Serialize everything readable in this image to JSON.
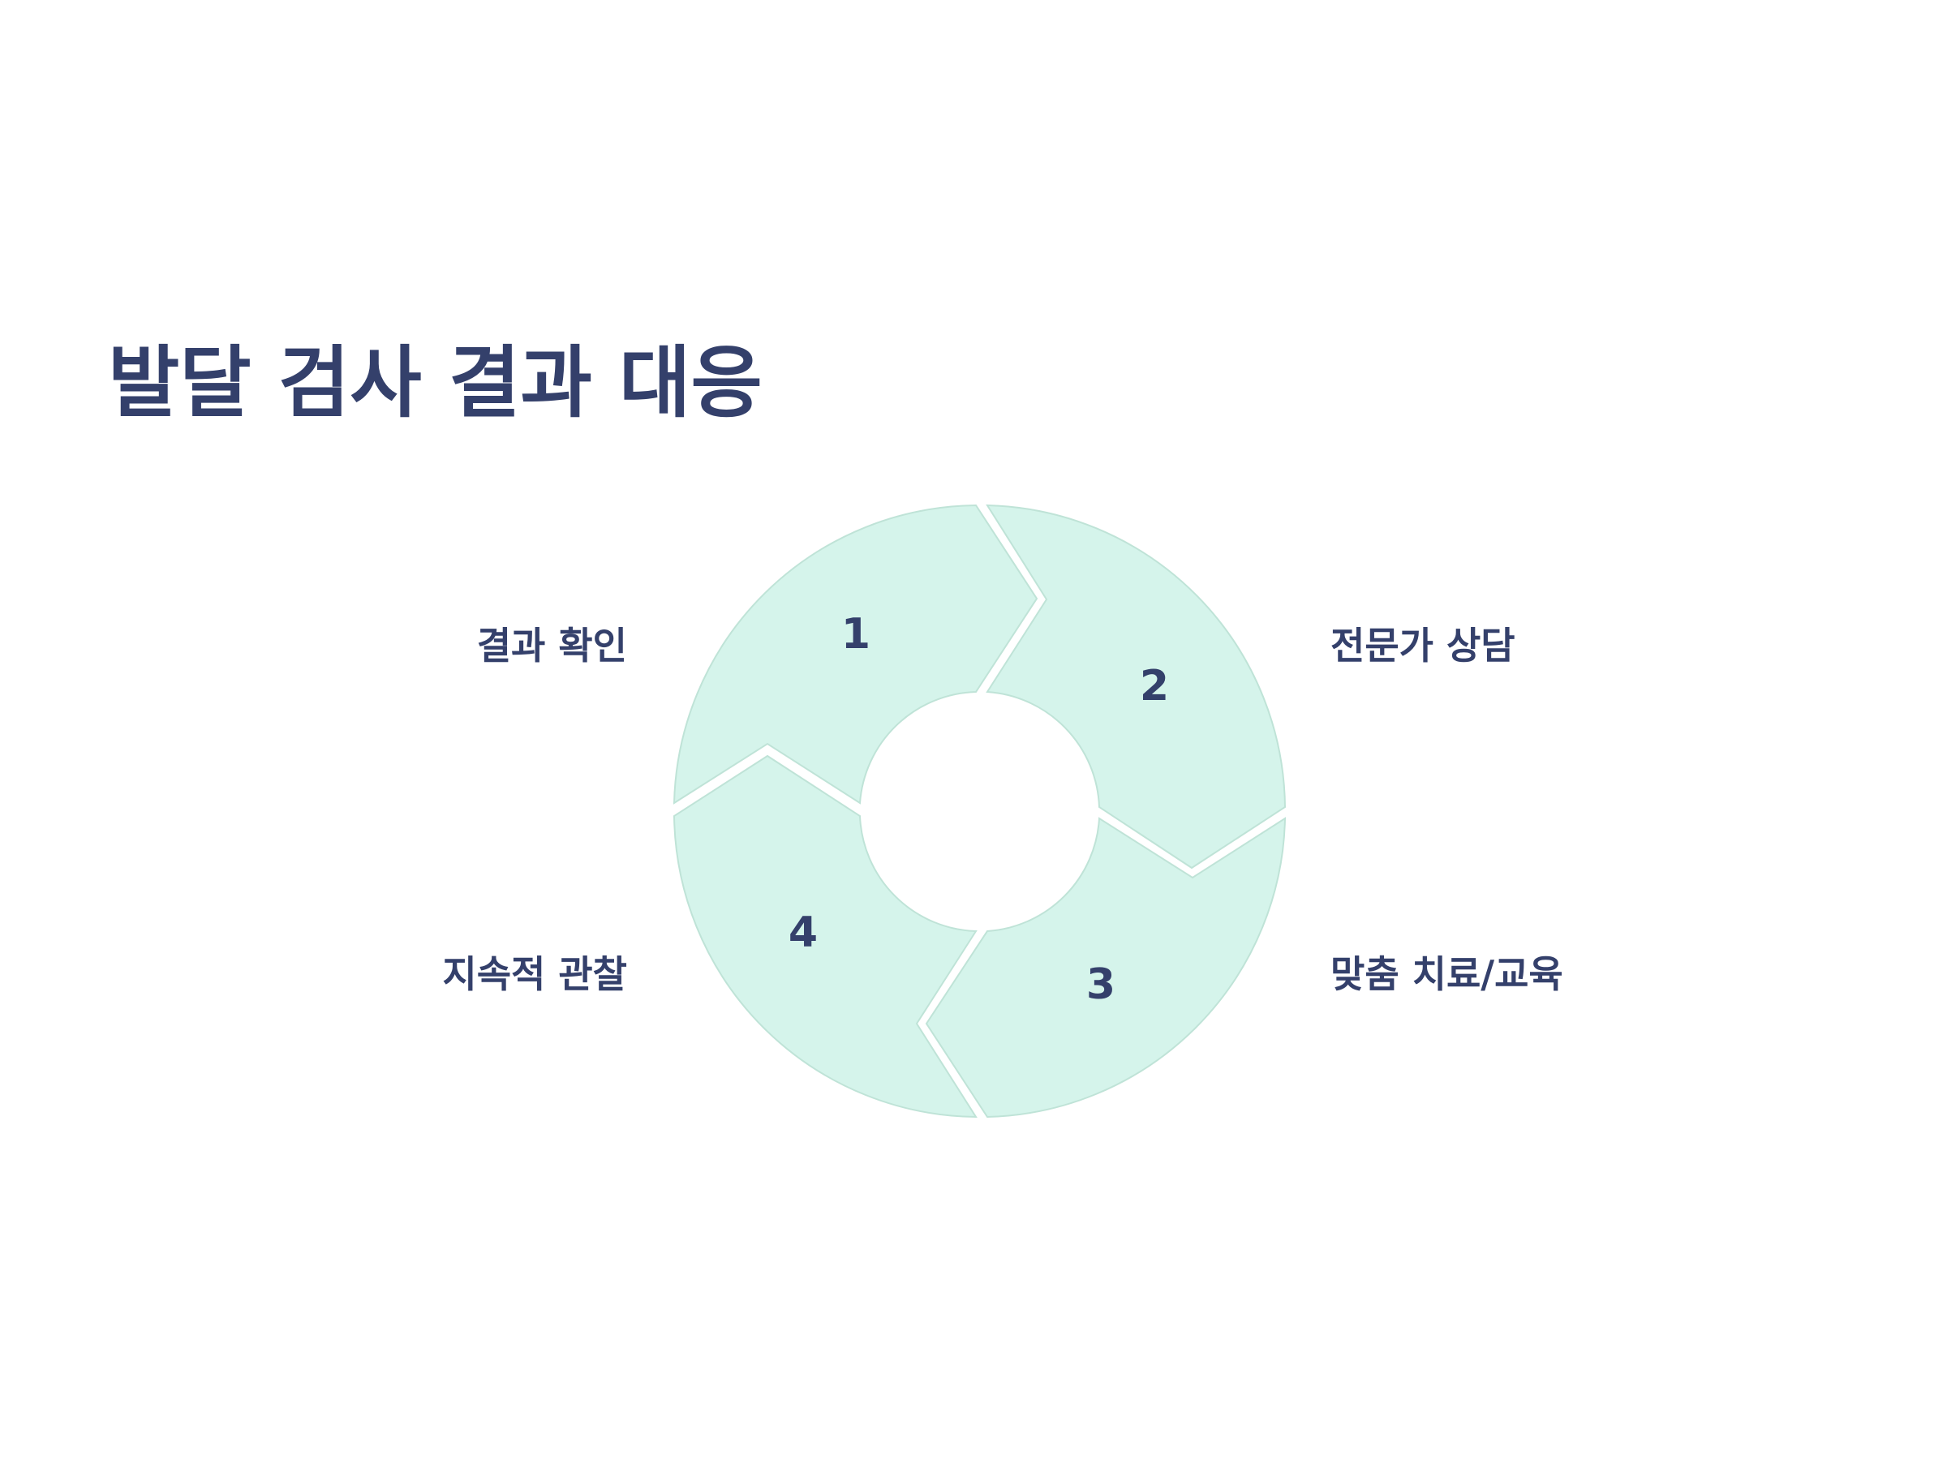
{
  "title": "발달 검사 결과 대응",
  "colors": {
    "text": "#34406b",
    "segment_fill": "#d5f4eb",
    "segment_stroke": "#bfe3d7",
    "background": "#ffffff"
  },
  "steps": [
    {
      "number": "1",
      "label": "결과 확인"
    },
    {
      "number": "2",
      "label": "전문가 상담"
    },
    {
      "number": "3",
      "label": "맞춤 치료/교육"
    },
    {
      "number": "4",
      "label": "지속적 관찰"
    }
  ]
}
